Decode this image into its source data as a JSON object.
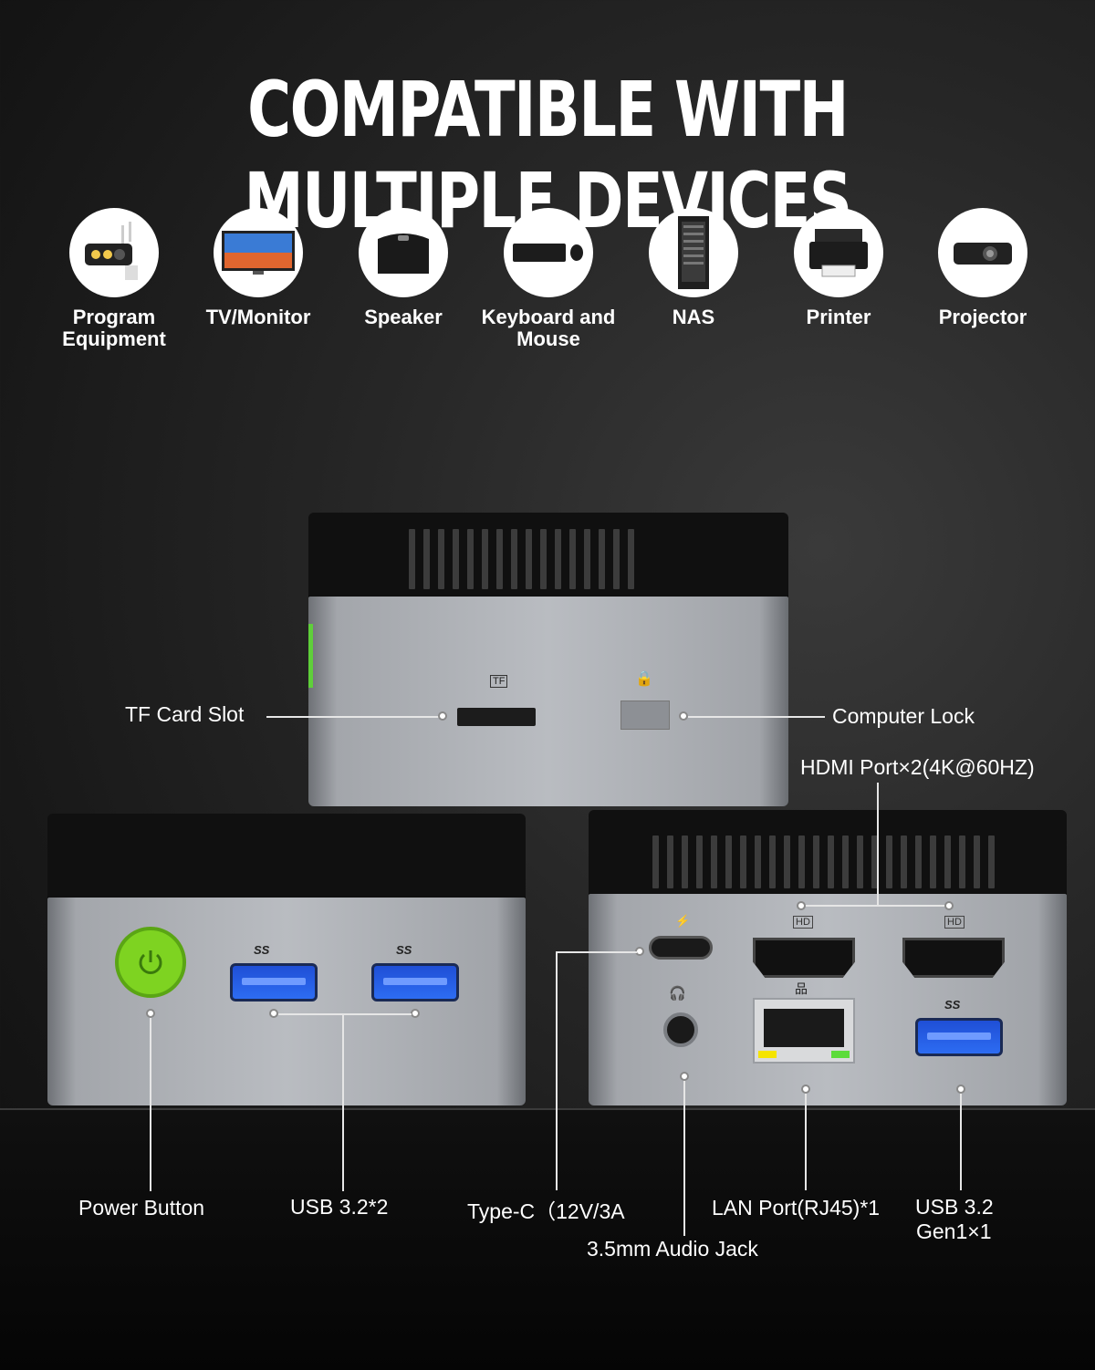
{
  "title": "COMPATIBLE WITH MULTIPLE DEVICES",
  "devices": [
    {
      "label": "Program Equipment",
      "icon": "security-camera-icon"
    },
    {
      "label": "TV/Monitor",
      "icon": "tv-icon"
    },
    {
      "label": "Speaker",
      "icon": "speaker-icon"
    },
    {
      "label": "Keyboard and Mouse",
      "icon": "keyboard-mouse-icon"
    },
    {
      "label": "NAS",
      "icon": "nas-server-icon"
    },
    {
      "label": "Printer",
      "icon": "printer-icon"
    },
    {
      "label": "Projector",
      "icon": "projector-icon"
    }
  ],
  "callouts": {
    "tf_card": "TF Card Slot",
    "computer_lock": "Computer Lock",
    "hdmi": "HDMI Port×2(4K@60HZ)",
    "power": "Power Button",
    "usb_front": "USB 3.2*2",
    "type_c": "Type-C（12V/3A",
    "audio": "3.5mm Audio Jack",
    "lan": "LAN Port(RJ45)*1",
    "usb_rear_1": "USB 3.2",
    "usb_rear_2": "Gen1×1"
  },
  "port_marks": {
    "ss": "SS",
    "hd": "HD",
    "tf": "TF"
  },
  "colors": {
    "power_button": "#7ed321",
    "usb_blue": "#2d6cf2",
    "lan_led_yellow": "#f5e400",
    "lan_led_green": "#5cdc3a"
  }
}
